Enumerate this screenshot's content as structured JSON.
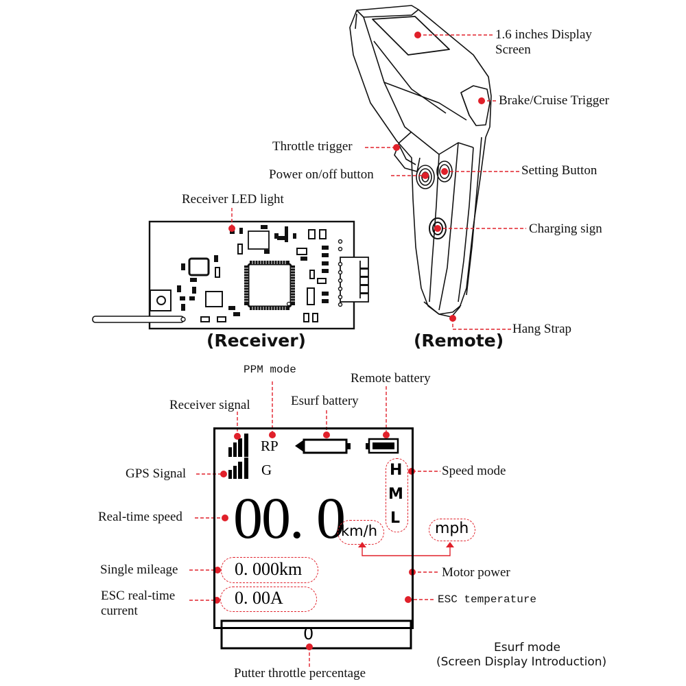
{
  "remote": {
    "caption": "(Remote)",
    "callouts": {
      "display_screen": "1.6 inches Display\nScreen",
      "display_screen_line1": "1.6 inches Display",
      "display_screen_line2": "Screen",
      "brake_cruise_trigger": "Brake/Cruise Trigger",
      "throttle_trigger": "Throttle trigger",
      "power_button": "Power on/off button",
      "setting_button": "Setting Button",
      "charging_sign": "Charging sign",
      "hang_strap": "Hang Strap"
    }
  },
  "receiver": {
    "caption": "(Receiver)",
    "callouts": {
      "led_light": "Receiver LED light"
    }
  },
  "screen": {
    "callouts": {
      "ppm_mode": "PPM mode",
      "remote_battery": "Remote battery",
      "esurf_battery": "Esurf battery",
      "receiver_signal": "Receiver signal",
      "gps_signal": "GPS Signal",
      "speed_mode": "Speed mode",
      "realtime_speed": "Real-time speed",
      "single_mileage": "Single mileage",
      "esc_current_line1": "ESC real-time",
      "esc_current_line2": "current",
      "motor_power": "Motor power",
      "esc_temperature": "ESC temperature",
      "throttle_percentage": "Putter throttle percentage"
    },
    "display": {
      "ppm_indicator": "RP",
      "gps_indicator": "G",
      "speed_value": "00. 0",
      "speed_unit": "km/h",
      "alt_speed_unit": "mph",
      "speed_modes": [
        "H",
        "M",
        "L"
      ],
      "mileage_value": "0. 000km",
      "current_value": "0. 00A",
      "throttle_value": "0",
      "receiver_signal_bars": 4,
      "gps_signal_bars": 4,
      "esurf_battery_level": 0,
      "remote_battery_level": 1.0
    },
    "caption_line1": "Esurf mode",
    "caption_line2": "(Screen Display Introduction)"
  },
  "colors": {
    "callout": "#e0202a",
    "line": "#000000"
  }
}
